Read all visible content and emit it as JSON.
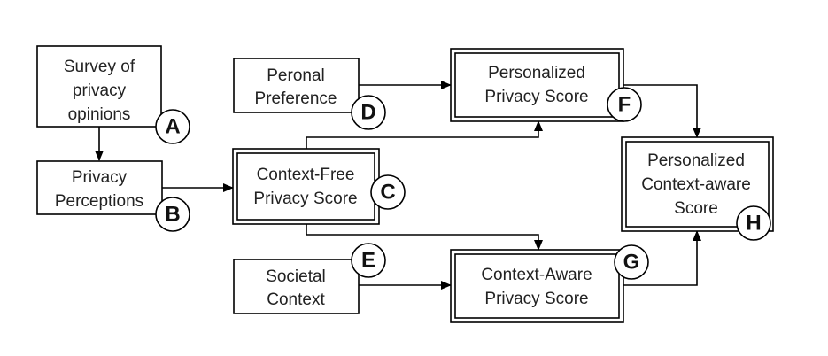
{
  "nodes": {
    "survey": {
      "lines": [
        "Survey of",
        "privacy",
        "opinions"
      ],
      "badge": "A"
    },
    "perceptions": {
      "lines": [
        "Privacy",
        "Perceptions"
      ],
      "badge": "B"
    },
    "context_free": {
      "lines": [
        "Context-Free",
        "Privacy Score"
      ],
      "badge": "C"
    },
    "preference": {
      "lines": [
        "Peronal",
        "Preference"
      ],
      "badge": "D"
    },
    "societal": {
      "lines": [
        "Societal",
        "Context"
      ],
      "badge": "E"
    },
    "personalized": {
      "lines": [
        "Personalized",
        "Privacy Score"
      ],
      "badge": "F"
    },
    "context_aware": {
      "lines": [
        "Context-Aware",
        "Privacy Score"
      ],
      "badge": "G"
    },
    "combined": {
      "lines": [
        "Personalized",
        "Context-aware",
        "Score"
      ],
      "badge": "H"
    }
  }
}
